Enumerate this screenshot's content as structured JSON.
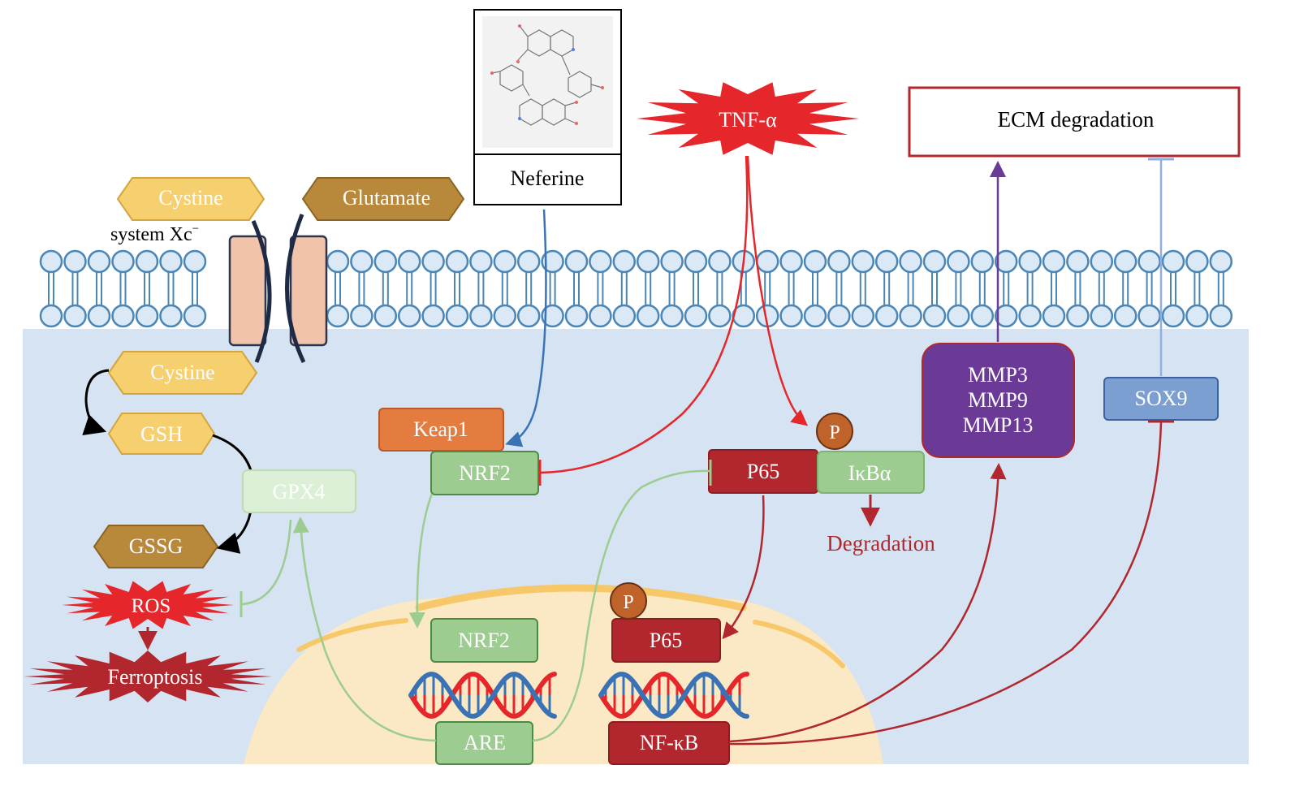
{
  "colors": {
    "cell": "#d5e3f2",
    "membrane": "#4a86b6",
    "membrane_fill": "#dbe9f7",
    "nucleus": "#fbe8c4",
    "nucleus_rim": "#f7c86a",
    "transporter": "#f2c3ab",
    "hex_light": "#f6cf6e",
    "hex_dark": "#b8893a",
    "green_box": "#9ccc8f",
    "green_border": "#4d8a43",
    "red_box": "#b2272d",
    "orange_box": "#e47b3f",
    "purple_box": "#6b3a96",
    "blue_box": "#7c9fd2",
    "star_red": "#e5262a",
    "phospho": "#c0632b",
    "dna_red": "#e5262a",
    "dna_blue": "#3a73b5"
  },
  "drug": {
    "name": "Neferine",
    "icon": "neferine-structure-icon"
  },
  "transport": {
    "system_label": "system Xc",
    "system_superscript": "−",
    "cystine_out": "Cystine",
    "glutamate": "Glutamate",
    "cystine_in": "Cystine"
  },
  "ferroptosis": {
    "gsh": "GSH",
    "gssg": "GSSG",
    "gpx4": "GPX4",
    "ros": "ROS",
    "ferroptosis": "Ferroptosis"
  },
  "nrf2_path": {
    "keap1": "Keap1",
    "nrf2_cyto": "NRF2",
    "nrf2_nuc": "NRF2",
    "are": "ARE"
  },
  "nfkb_path": {
    "tnf": "TNF-α",
    "p_cyto": "P",
    "p65_cyto": "P65",
    "ikba": "IκBα",
    "degradation": "Degradation",
    "p_nuc": "P",
    "p65_nuc": "P65",
    "nfkb": "NF-κB"
  },
  "ecm": {
    "title": "ECM degradation",
    "mmp_lines": [
      "MMP3",
      "MMP9",
      "MMP13"
    ],
    "sox9": "SOX9"
  }
}
